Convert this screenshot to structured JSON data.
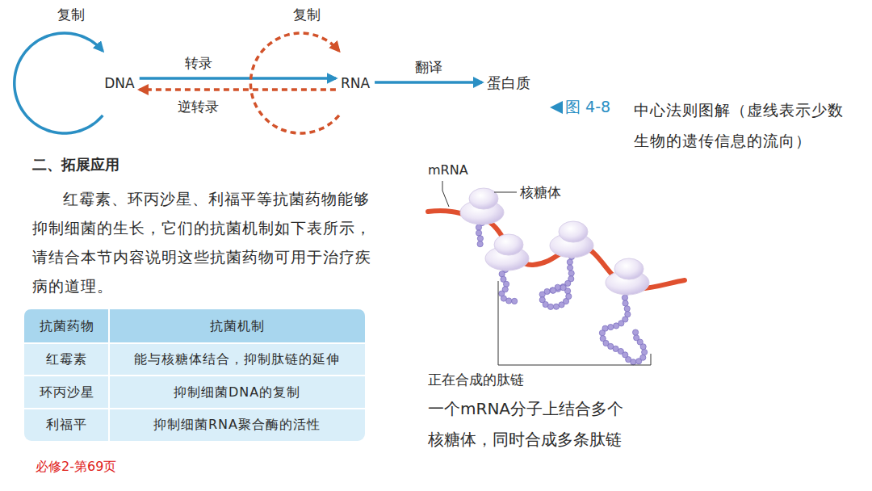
{
  "diagram": {
    "caption": "中心法则图解（虚线表示少数生物的遗传信息的流向）",
    "nodes": [
      {
        "text": [
          "DNA"
        ]
      },
      {
        "text": [
          "RNA"
        ]
      },
      {
        "text": [
          "蛋白质"
        ]
      }
    ],
    "edges": [
      {
        "from": 0,
        "to": 0,
        "arrow": "to",
        "label": "复制"
      },
      {
        "from": 0,
        "to": 1,
        "arrow": "to",
        "label": "转录"
      },
      {
        "from": 1,
        "to": 0,
        "arrow": "to",
        "label": "逆转录"
      },
      {
        "from": 1,
        "to": 1,
        "arrow": "to",
        "label": "复制"
      },
      {
        "from": 1,
        "to": 2,
        "arrow": "to",
        "label": "翻译"
      }
    ],
    "labels": [
      "二、拓展应用",
      "红霉素、环丙沙星、利福平等抗菌药物能够抑制细菌的生长，它们的抗菌机制如下表所示，请结合本节内容说明这些抗菌药物可用于治疗疾病的道理。",
      "抗菌药物",
      "抗菌机制",
      "红霉素",
      "能与核糖体结合，抑制肽链的延伸",
      "环丙沙星",
      "抑制细菌DNA的复制",
      "利福平",
      "抑制细菌RNA聚合酶的活性",
      "图 4-8",
      "mRNA",
      "核糖体",
      "正在合成的肽链",
      "一个mRNA分子上结合多个核糖体，同时合成多条肽链",
      "必修2-第69页"
    ]
  }
}
